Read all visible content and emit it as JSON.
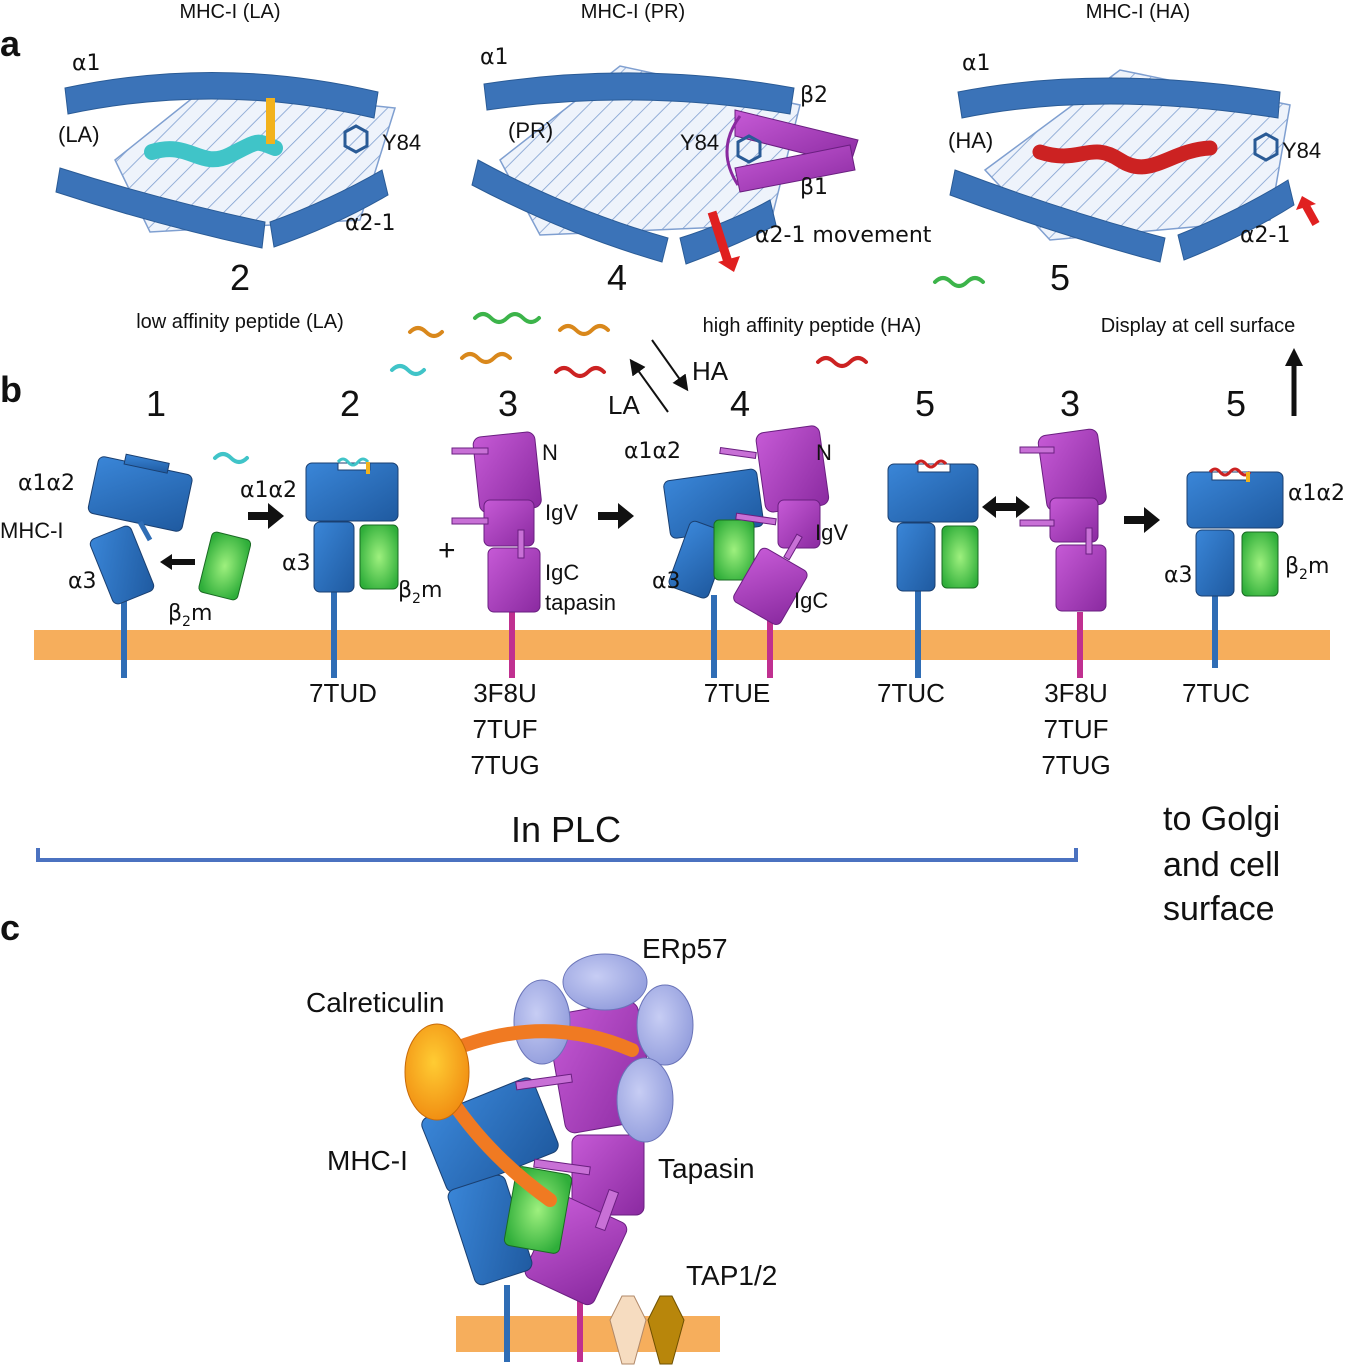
{
  "panel_a": {
    "letter": "a",
    "states": [
      {
        "title": "MHC-I (LA)",
        "number": "2",
        "caption": "low affinity peptide (LA)",
        "alpha1": "α1",
        "pocket": "(LA)",
        "residue": "Y84",
        "helix": "α2-1"
      },
      {
        "title": "MHC-I (PR)",
        "number": "4",
        "caption": "high affinity peptide (HA)",
        "alpha1": "α1",
        "pocket": "(PR)",
        "residue": "Y84",
        "beta2": "β2",
        "beta1": "β1",
        "movement": "α2-1 movement"
      },
      {
        "title": "MHC-I (HA)",
        "number": "5",
        "caption": "Display at cell surface",
        "alpha1": "α1",
        "pocket": "(HA)",
        "residue": "Y84",
        "helix": "α2-1"
      }
    ],
    "arrow_ha": "HA",
    "arrow_la": "LA"
  },
  "panel_b": {
    "letter": "b",
    "step_numbers": [
      "1",
      "2",
      "3",
      "4",
      "5",
      "3",
      "5"
    ],
    "labels": {
      "a1a2": "α1α2",
      "mhc": "MHC-I",
      "a3": "α3",
      "b2m_beta": "β",
      "b2m_sub": "2",
      "b2m_m": "m",
      "plus": "+",
      "n": "N",
      "igv": "IgV",
      "igc": "IgC",
      "tapasin": "tapasin"
    },
    "pdb_codes": {
      "step2": [
        "7TUD"
      ],
      "step3": [
        "3F8U",
        "7TUF",
        "7TUG"
      ],
      "step4": [
        "7TUE"
      ],
      "step5": [
        "7TUC"
      ],
      "step3b": [
        "3F8U",
        "7TUF",
        "7TUG"
      ],
      "step5b": [
        "7TUC"
      ]
    },
    "bracket_label": "In PLC",
    "exit_label": [
      "to Golgi",
      "and cell",
      "surface"
    ]
  },
  "panel_c": {
    "letter": "c",
    "labels": {
      "erp57": "ERp57",
      "calreticulin": "Calreticulin",
      "mhc": "MHC-I",
      "tapasin": "Tapasin",
      "tap": "TAP1/2"
    }
  },
  "colors": {
    "mhc_blue": "#2f6db5",
    "b2m_green": "#4cc24c",
    "tapasin_purple": "#a23fb6",
    "membrane_orange": "#f6ae5c",
    "erp57_lavender": "#a7b0e6",
    "calreticulin_orange": "#f7a020",
    "peptide_la_cyan": "#40c4c8",
    "peptide_ha_red": "#cc2222",
    "bracket_blue": "#4b72c0"
  }
}
